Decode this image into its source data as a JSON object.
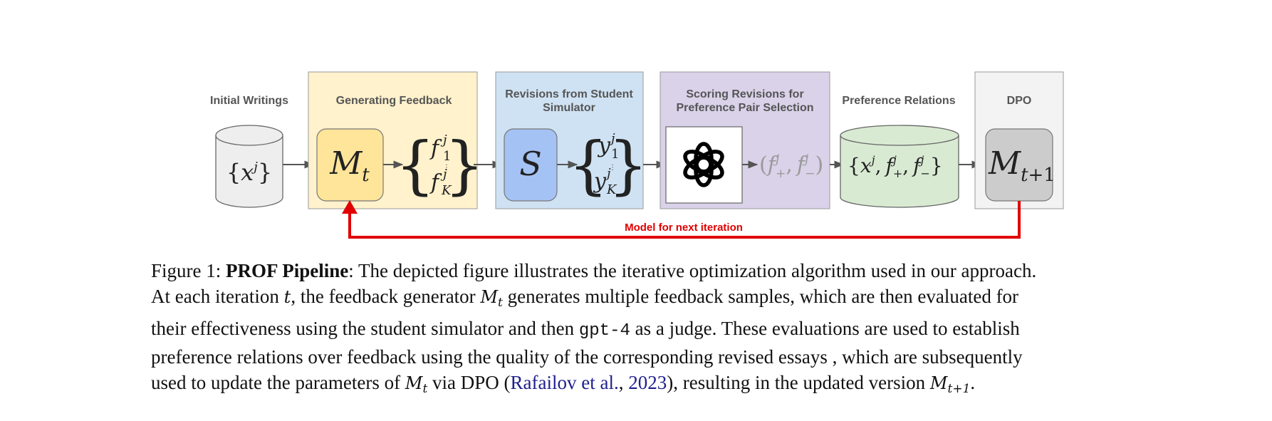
{
  "diagram": {
    "stages": {
      "initial": "Initial Writings",
      "feedback": "Generating Feedback",
      "revisions_l1": "Revisions from Student",
      "revisions_l2": "Simulator",
      "scoring_l1": "Scoring Revisions for",
      "scoring_l2": "Preference Pair Selection",
      "preference": "Preference Relations",
      "dpo": "DPO"
    },
    "icons": [
      "database-icon",
      "openai-logo-icon"
    ],
    "loop_label": "Model for next iteration",
    "colors": {
      "feedback_bg": "#fff2cc",
      "model_box": "#ffe599",
      "revisions_bg": "#cfe2f3",
      "simulator_box": "#a4c2f4",
      "scoring_bg": "#d9d2e9",
      "preference_db": "#d9ead3",
      "dpo_bg": "#f3f3f3",
      "dpo_box": "#cccccc",
      "loop_arrow": "#e00000"
    }
  },
  "caption": {
    "label": "Figure 1:",
    "title": "PROF Pipeline",
    "l1_rest": ": The depicted figure illustrates the iterative optimization algorithm used in our approach.",
    "l2_a": "At each iteration ",
    "l2_t": "t",
    "l2_b": ", the feedback generator ",
    "l2_c": " generates multiple feedback samples, which are then evaluated for",
    "l3_a": "their effectiveness using the student simulator and then ",
    "l3_code": "gpt-4",
    "l3_b": " as a judge. These evaluations are used to establish",
    "l4": "preference relations over feedback using the quality of the corresponding revised essays , which are subsequently",
    "l5_a": "used to update the parameters of ",
    "l5_b": " via DPO (",
    "cite_author": "Rafailov et al.",
    "cite_sep": ", ",
    "cite_year": "2023",
    "l5_c": "), resulting in the updated version ",
    "l5_end": "."
  }
}
